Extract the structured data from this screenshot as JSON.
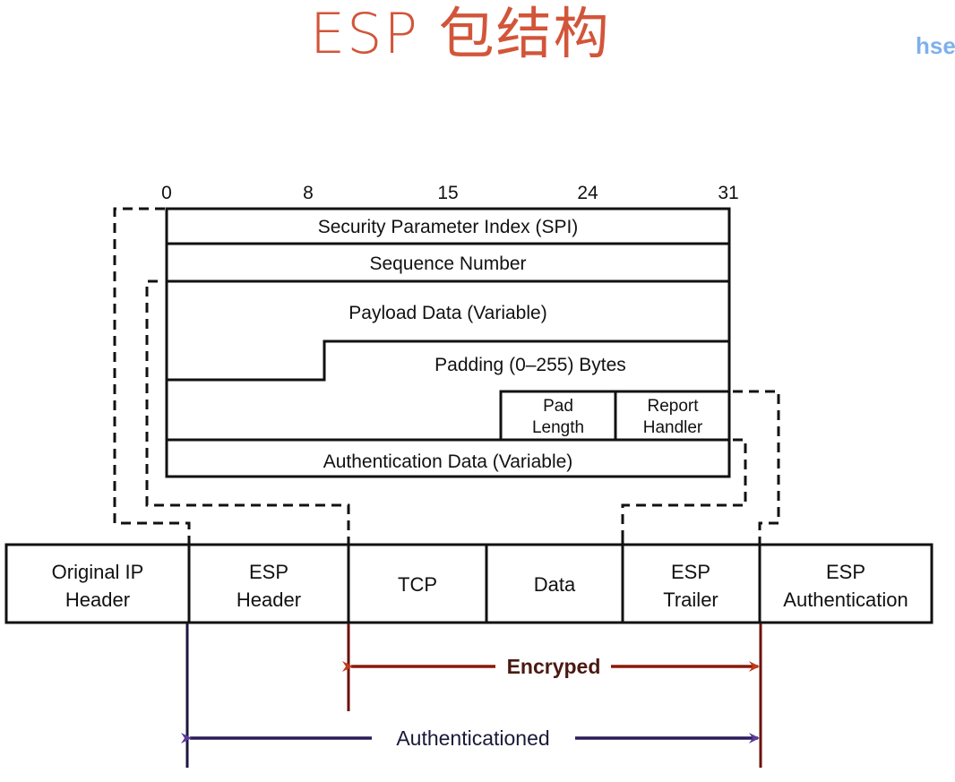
{
  "title": "ESP 包结构",
  "watermark": "hse",
  "bit_ruler": [
    "0",
    "8",
    "15",
    "24",
    "31"
  ],
  "esp_fields": {
    "spi": "Security Parameter Index (SPI)",
    "sequence": "Sequence Number",
    "payload": "Payload Data (Variable)",
    "padding": "Padding (0–255) Bytes",
    "pad_length": [
      "Pad",
      "Length"
    ],
    "next_header": [
      "Report",
      "Handler"
    ],
    "auth_data": "Authentication Data (Variable)"
  },
  "packet_segments": [
    {
      "id": "original-ip-header",
      "lines": [
        "Original IP",
        "Header"
      ]
    },
    {
      "id": "esp-header",
      "lines": [
        "ESP",
        "Header"
      ]
    },
    {
      "id": "tcp",
      "lines": [
        "TCP"
      ]
    },
    {
      "id": "data",
      "lines": [
        "Data"
      ]
    },
    {
      "id": "esp-trailer",
      "lines": [
        "ESP",
        "Trailer"
      ]
    },
    {
      "id": "esp-authentication",
      "lines": [
        "ESP",
        "Authentication"
      ]
    }
  ],
  "spans": {
    "encrypted": {
      "label": "Encryped",
      "color": "#b5321a",
      "line_color": "#6a1208"
    },
    "authenticated": {
      "label": "Authenticationed",
      "color": "#4a2f8a",
      "line_color": "#1c1640"
    }
  }
}
